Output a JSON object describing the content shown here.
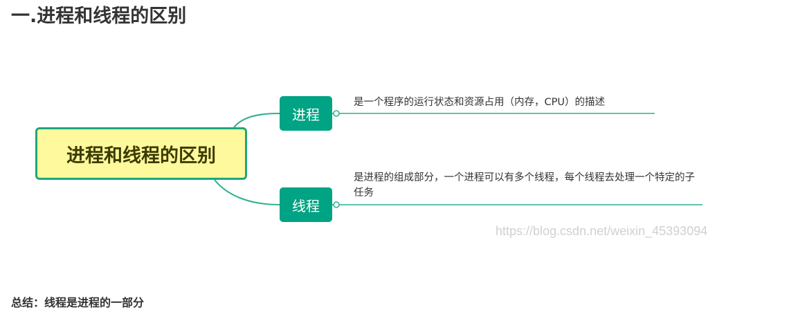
{
  "heading": "一.进程和线程的区别",
  "mindmap": {
    "central": "进程和线程的区别",
    "branches": [
      {
        "label": "进程",
        "description": "是一个程序的运行状态和资源占用（内存，CPU）的描述"
      },
      {
        "label": "线程",
        "description": "是进程的组成部分，一个进程可以有多个线程，每个线程去处理一个特定的子任务"
      }
    ],
    "colors": {
      "central_fill": "#fef99c",
      "central_border": "#1fa67a",
      "branch_fill": "#00a383",
      "connector": "#2bb08e"
    }
  },
  "watermark": "https://blog.csdn.net/weixin_45393094",
  "summary": "总结：线程是进程的一部分"
}
